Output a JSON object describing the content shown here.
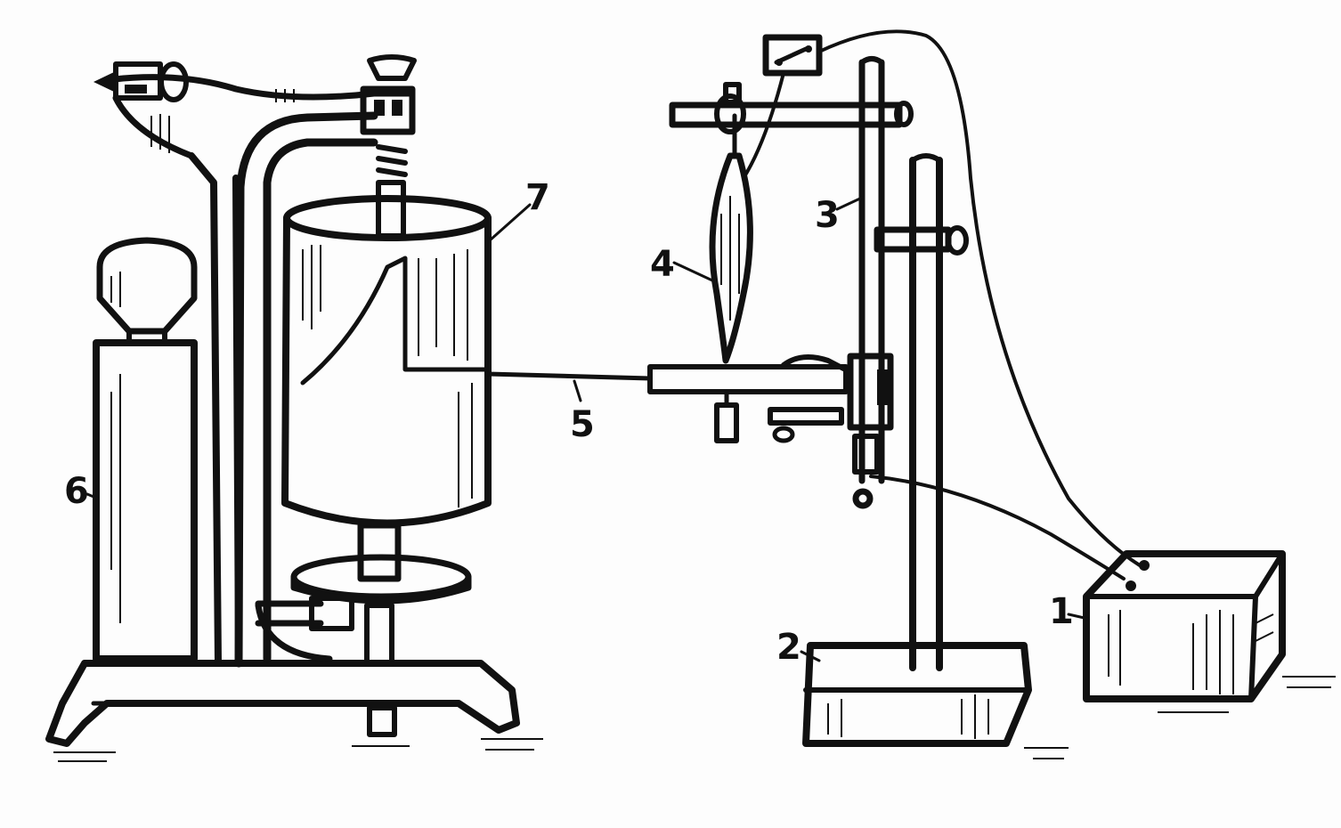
{
  "labels": {
    "battery": "1",
    "stand_base": "2",
    "stand_rod": "3",
    "muscle": "4",
    "lever": "5",
    "motor": "6",
    "drum": "7"
  }
}
